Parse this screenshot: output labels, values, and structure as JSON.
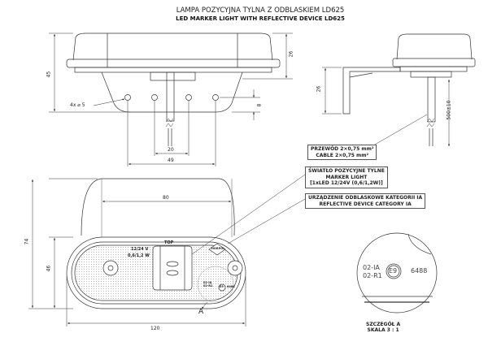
{
  "title": {
    "pl": "LAMPA POZYCYJNA TYLNA Z ODBLASKIEM LD625",
    "en": "LED MARKER LIGHT WITH REFLECTIVE DEVICE LD625"
  },
  "dimensions": {
    "height_total": "45",
    "body_height": "26",
    "bracket_height": "26",
    "hole_spec": "4x ⌀ 5",
    "hole_offset": "8",
    "hole_spacing_inner": "20",
    "hole_spacing_outer": "49",
    "cable_length": "500±10",
    "width_top": "80",
    "height_front": "74",
    "height_lens": "46",
    "width_total": "120"
  },
  "callouts": {
    "cable": [
      "PRZEWÓD 2×0,75 mm²",
      "CABLE 2×0,75 mm²"
    ],
    "marker": [
      "ŚWIATŁO POZYCYJNE TYLNE",
      "MARKER LIGHT",
      "[1xLED 12/24V (0,6/1,2W)]"
    ],
    "reflector": [
      "URZĄDZENIE ODBLASKOWE KATEGORII IA",
      "REFLECTIVE DEVICE CATEGORY IA"
    ]
  },
  "lens_markings": {
    "top": "TOP",
    "voltage": "12/24 V",
    "power": "0,6/1,2 W",
    "brand": "HORPOL",
    "code1": "02-IA",
    "code2": "02-R1",
    "approval_mark": "E9",
    "approval_number": "6488"
  },
  "detail": {
    "marker_label": "A",
    "title": "SZCZEGÓŁ A",
    "scale": "SKALA 3 : 1",
    "code1": "02-IA",
    "code2": "02-R1",
    "approval_mark": "E9",
    "approval_number": "6488"
  }
}
